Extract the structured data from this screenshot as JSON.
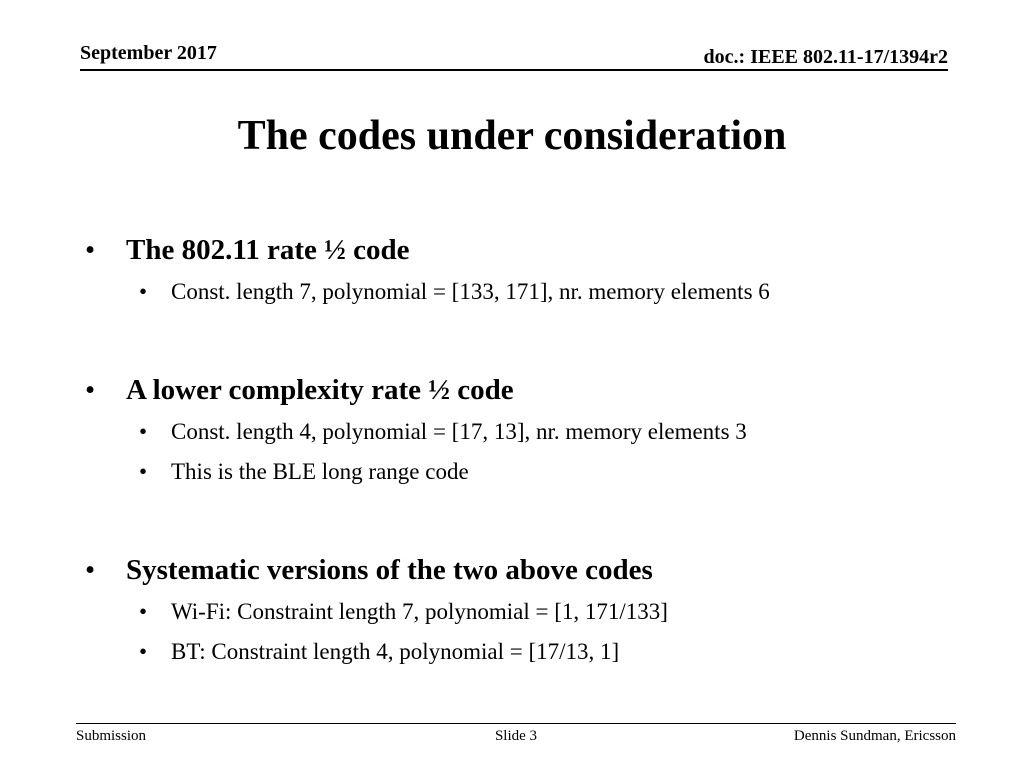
{
  "header": {
    "date": "September 2017",
    "doc": "doc.: IEEE 802.11-17/1394r2"
  },
  "title": "The codes under consideration",
  "bullet_glyph": "•",
  "bullets": [
    {
      "text": "The 802.11 rate ½ code",
      "sub": [
        "Const. length 7, polynomial = [133, 171], nr. memory elements 6"
      ]
    },
    {
      "text": "A lower complexity rate ½ code",
      "sub": [
        "Const. length 4, polynomial = [17, 13], nr. memory elements 3",
        "This is the BLE long range code"
      ]
    },
    {
      "text": "Systematic versions of the two above codes",
      "sub": [
        "Wi-Fi: Constraint length 7, polynomial = [1, 171/133]",
        "BT: Constraint length 4, polynomial = [17/13, 1]"
      ]
    }
  ],
  "footer": {
    "left": "Submission",
    "center": "Slide 3",
    "right": "Dennis Sundman, Ericsson"
  }
}
